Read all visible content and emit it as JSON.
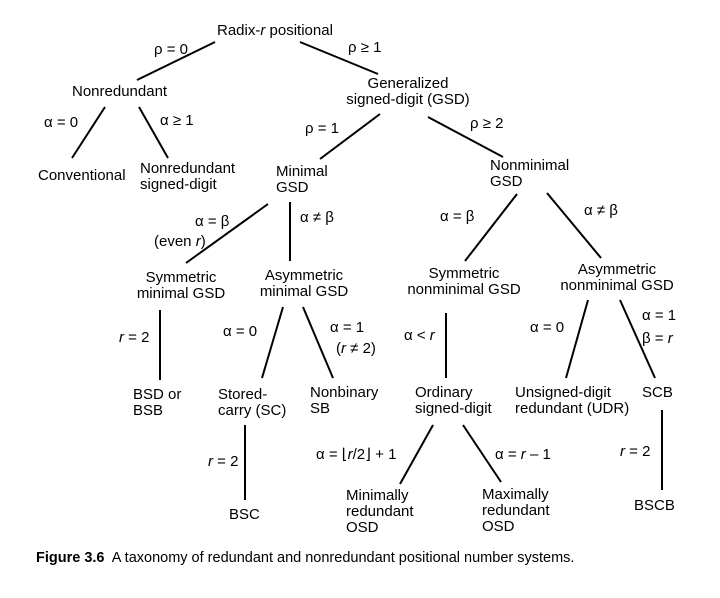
{
  "nodes": {
    "root_pre": "Radix-",
    "root_var": "r",
    "root_post": " positional",
    "nonredundant": "Nonredundant",
    "gsd_1": "Generalized",
    "gsd_2": "signed-digit (GSD)",
    "conventional": "Conventional",
    "nr_signed_1": "Nonredundant",
    "nr_signed_2": "signed-digit",
    "minimal_1": "Minimal",
    "minimal_2": "GSD",
    "nonminimal_1": "Nonminimal",
    "nonminimal_2": "GSD",
    "sym_min_1": "Symmetric",
    "sym_min_2": "minimal GSD",
    "asym_min_1": "Asymmetric",
    "asym_min_2": "minimal GSD",
    "sym_nonmin_1": "Symmetric",
    "sym_nonmin_2": "nonminimal GSD",
    "asym_nonmin_1": "Asymmetric",
    "asym_nonmin_2": "nonminimal GSD",
    "bsd_1": "BSD or",
    "bsd_2": "BSB",
    "stored_1": "Stored-",
    "stored_2": "carry (SC)",
    "nonbinary_1": "Nonbinary",
    "nonbinary_2": "SB",
    "ordinary_1": "Ordinary",
    "ordinary_2": "signed-digit",
    "udr_1": "Unsigned-digit",
    "udr_2": "redundant (UDR)",
    "scb": "SCB",
    "bsc": "BSC",
    "min_osd_1": "Minimally",
    "min_osd_2": "redundant",
    "min_osd_3": "OSD",
    "max_osd_1": "Maximally",
    "max_osd_2": "redundant",
    "max_osd_3": "OSD",
    "bscb": "BSCB"
  },
  "edge_labels": {
    "rho_eq_0": "ρ = 0",
    "rho_ge_1": "ρ ≥ 1",
    "alpha_eq_0_a": "α = 0",
    "alpha_ge_1": "α ≥ 1",
    "rho_eq_1": "ρ = 1",
    "rho_ge_2": "ρ ≥ 2",
    "alpha_eq_beta_a": "α = β",
    "even_r_pre": "(even ",
    "even_r_var": "r",
    "even_r_post": ")",
    "alpha_ne_beta_a": "α ≠ β",
    "alpha_eq_beta_b": "α = β",
    "alpha_ne_beta_b": "α ≠ β",
    "r_eq_2_a_var": "r",
    "r_eq_2_a_post": " = 2",
    "alpha_eq_0_b": "α = 0",
    "alpha_eq_1_a": "α = 1",
    "r_ne_2_pre": "(",
    "r_ne_2_var": "r",
    "r_ne_2_post": " ≠ 2)",
    "alpha_lt_r_pre": "α < ",
    "alpha_lt_r_var": "r",
    "alpha_eq_0_c": "α = 0",
    "alpha_eq_1_b": "α = 1",
    "beta_eq_r_pre": "β = ",
    "beta_eq_r_var": "r",
    "r_eq_2_b_var": "r",
    "r_eq_2_b_post": " = 2",
    "floor_pre": "α = ⌊",
    "floor_var": "r",
    "floor_post": "/2⌋ + 1",
    "alpha_r_minus_1_pre": "α = ",
    "alpha_r_minus_1_var": "r",
    "alpha_r_minus_1_post": " – 1",
    "r_eq_2_c_var": "r",
    "r_eq_2_c_post": " = 2"
  },
  "caption": {
    "label": "Figure 3.6",
    "text": "A taxonomy of redundant and nonredundant positional number systems."
  }
}
